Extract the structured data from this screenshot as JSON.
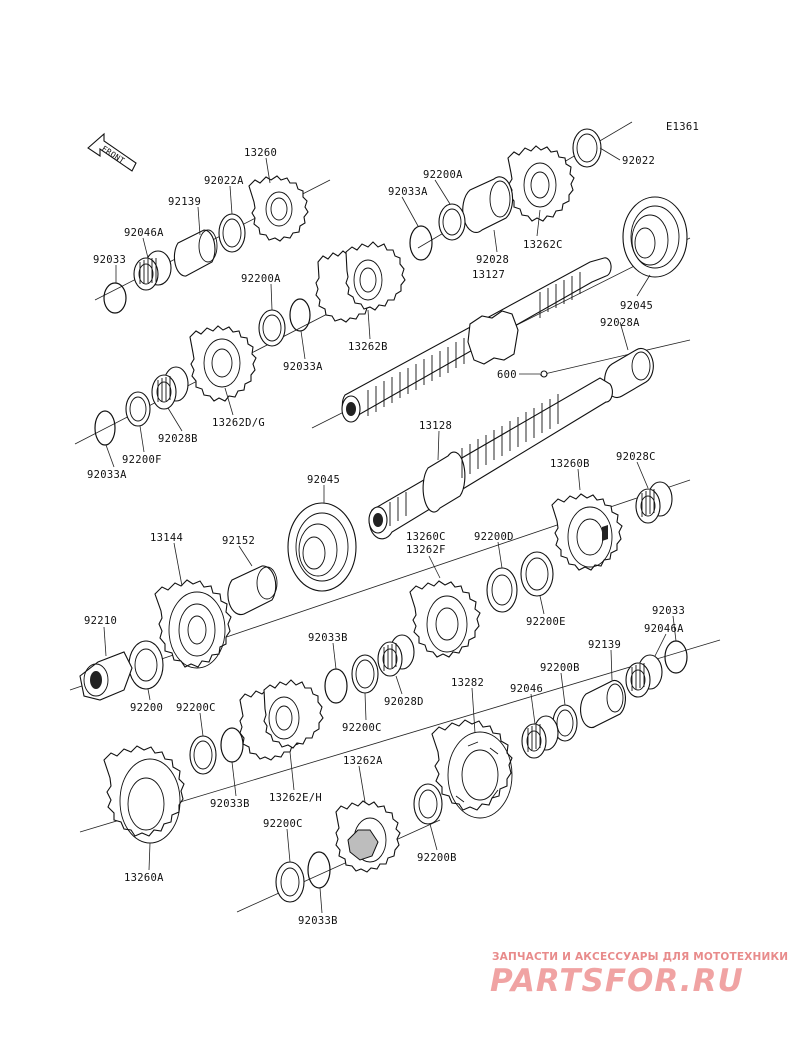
{
  "diagram_code": "E1361",
  "front_label": "FRONT",
  "labels": {
    "p13260": "13260",
    "p92022A": "92022A",
    "p92139_top": "92139",
    "p92046A_top": "92046A",
    "p92033_top": "92033",
    "p92200A_mid": "92200A",
    "p92033A_mid": "92033A",
    "p13262DG": "13262D/G",
    "p92028B": "92028B",
    "p92200F": "92200F",
    "p92033A_low": "92033A",
    "p92200A_top": "92200A",
    "p92033A_top": "92033A",
    "p92028_top": "92028",
    "p13127": "13127",
    "p13262C": "13262C",
    "p92022": "92022",
    "p13262B": "13262B",
    "p92045_top": "92045",
    "p92028A": "92028A",
    "p600": "600",
    "p13128": "13128",
    "p92045_mid": "92045",
    "p13260B": "13260B",
    "p92028C": "92028C",
    "p13144": "13144",
    "p92152": "92152",
    "p13260C": "13260C",
    "p13262F": "13262F",
    "p92200D": "92200D",
    "p92200E": "92200E",
    "p92210": "92210",
    "p92200": "92200",
    "p92033B_a": "92033B",
    "p92028D": "92028D",
    "p92200C_a": "92200C",
    "p92200C_b": "92200C",
    "p92033B_b": "92033B",
    "p13262EH": "13262E/H",
    "p13282": "13282",
    "p92046": "92046",
    "p92200B_a": "92200B",
    "p92139_low": "92139",
    "p92046A_low": "92046A",
    "p92033_low": "92033",
    "p13262A": "13262A",
    "p92200B_b": "92200B",
    "p92200C_c": "92200C",
    "p92033B_c": "92033B",
    "p13260A": "13260A"
  },
  "watermark": {
    "tagline": "ЗАПЧАСТИ И АКСЕССУАРЫ ДЛЯ МОТОТЕХНИКИ",
    "logo": "PARTSFOR.RU",
    "color": "#f0a3a3"
  }
}
